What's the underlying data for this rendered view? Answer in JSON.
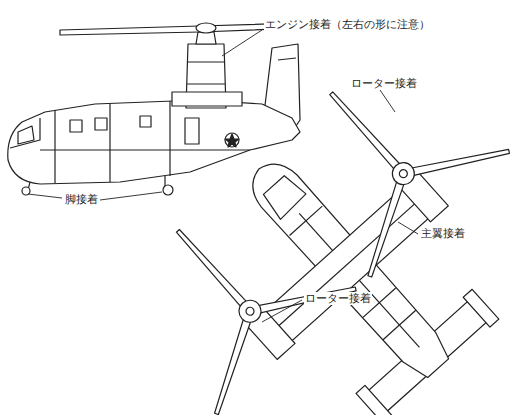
{
  "diagram": {
    "labels": [
      "エンジン接着（左右の形に注意）",
      "脚接着",
      "ローター接着",
      "主翼接着",
      "ローター接着"
    ]
  }
}
